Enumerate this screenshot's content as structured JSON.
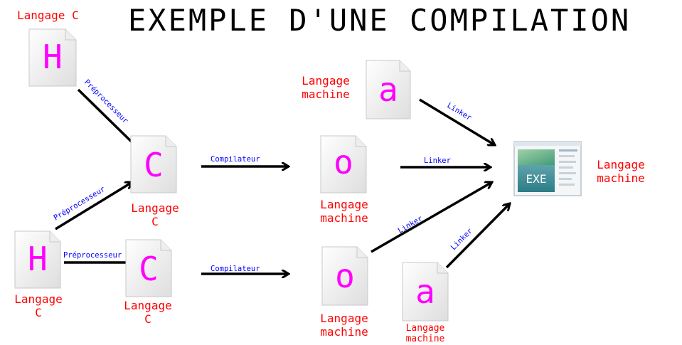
{
  "title": "EXEMPLE D'UNE COMPILATION",
  "colors": {
    "letter": "#ff00ff",
    "label": "#ff0000",
    "edge_label": "#0000ff",
    "arrow": "#000000"
  },
  "files": {
    "h_top": {
      "letter": "H",
      "label": [
        "Langage C"
      ]
    },
    "h_bottom": {
      "letter": "H",
      "label": [
        "Langage",
        "C"
      ]
    },
    "c_top": {
      "letter": "C",
      "label": [
        "Langage",
        "C"
      ]
    },
    "c_bottom": {
      "letter": "C",
      "label": [
        "Langage",
        "C"
      ]
    },
    "o_top": {
      "letter": "o",
      "label": [
        "Langage",
        "machine"
      ]
    },
    "o_bottom": {
      "letter": "o",
      "label": [
        "Langage",
        "machine"
      ]
    },
    "a_top": {
      "letter": "a",
      "label": [
        "Langage",
        "machine"
      ]
    },
    "a_bottom": {
      "letter": "a",
      "label": [
        "Langage",
        "machine"
      ]
    },
    "exe": {
      "badge": "EXE",
      "label": [
        "Langage",
        "machine"
      ]
    }
  },
  "edges": {
    "preprocess_1": "Préprocesseur",
    "preprocess_2": "Préprocesseur",
    "preprocess_3": "Préprocesseur",
    "compile_1": "Compilateur",
    "compile_2": "Compilateur",
    "link_1": "Linker",
    "link_2": "Linker",
    "link_3": "Linker",
    "link_4": "Linker"
  }
}
